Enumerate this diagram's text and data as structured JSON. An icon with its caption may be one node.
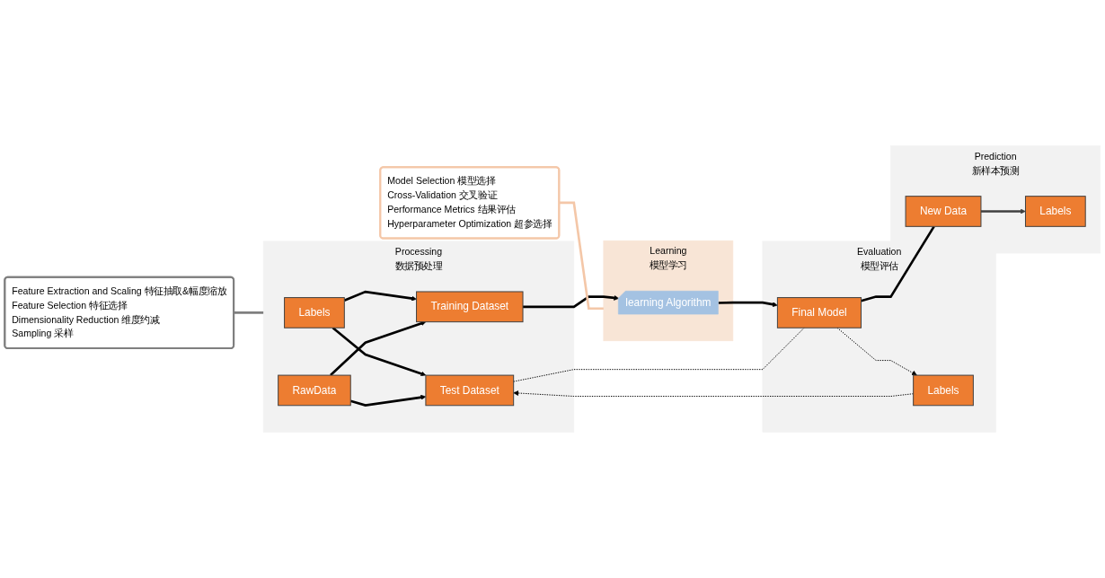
{
  "diagram": {
    "nodes": [
      {
        "text": [
          "Feature Extraction and Scaling 特征抽取&幅度缩放",
          "Feature Selection 特征选择",
          "Dimensionality Reduction 维度约减",
          "Sampling 采样"
        ]
      },
      {
        "text": [
          "Model Selection 模型选择",
          "Cross-Validation 交叉验证",
          "Performance Metrics 结果评估",
          "Hyperparameter Optimization 超参选择"
        ]
      },
      {
        "text": [
          "Processing",
          "数据预处理"
        ]
      },
      {
        "text": [
          "Labels"
        ],
        "in": 2
      },
      {
        "text": [
          "RawData"
        ],
        "in": 2
      },
      {
        "text": [
          "Training Dataset"
        ],
        "in": 2
      },
      {
        "text": [
          "Test Dataset"
        ],
        "in": 2
      },
      {
        "text": [
          "Learning",
          "模型学习"
        ]
      },
      {
        "text": [
          "learning Algorithm"
        ],
        "in": 7
      },
      {
        "text": [
          "Evaluation",
          "模型评估"
        ]
      },
      {
        "text": [
          "Labels"
        ],
        "in": 9
      },
      {
        "text": [
          "Final Model"
        ],
        "in": 9
      },
      {
        "text": [
          "Prediction",
          "新样本预测"
        ]
      },
      {
        "text": [
          "New Data"
        ],
        "in": 12
      },
      {
        "text": [
          "Labels"
        ],
        "in": 12
      }
    ],
    "edges": [
      {
        "from": 0,
        "to": 2,
        "arrow": "none",
        "color": "#7f7f7f"
      },
      {
        "from": 1,
        "to": 7,
        "arrow": "none",
        "color": "#f4c7a8"
      },
      {
        "from": 3,
        "to": 6,
        "arrow": "to"
      },
      {
        "from": 3,
        "to": 5,
        "arrow": "to"
      },
      {
        "from": 4,
        "to": 6,
        "arrow": "to"
      },
      {
        "from": 4,
        "to": 5,
        "arrow": "to"
      },
      {
        "from": 5,
        "to": 8,
        "arrow": "to"
      },
      {
        "from": 8,
        "to": 11,
        "arrow": "to"
      },
      {
        "from": 11,
        "to": 13,
        "arrow": "none"
      },
      {
        "from": 13,
        "to": 14,
        "arrow": "to",
        "color": "#404040"
      },
      {
        "from": 6,
        "to": 11,
        "arrow": "none",
        "style": "dashed"
      },
      {
        "from": 11,
        "to": 10,
        "arrow": "to",
        "style": "dashed"
      },
      {
        "from": 10,
        "to": 6,
        "arrow": "to",
        "style": "dashed"
      }
    ]
  }
}
